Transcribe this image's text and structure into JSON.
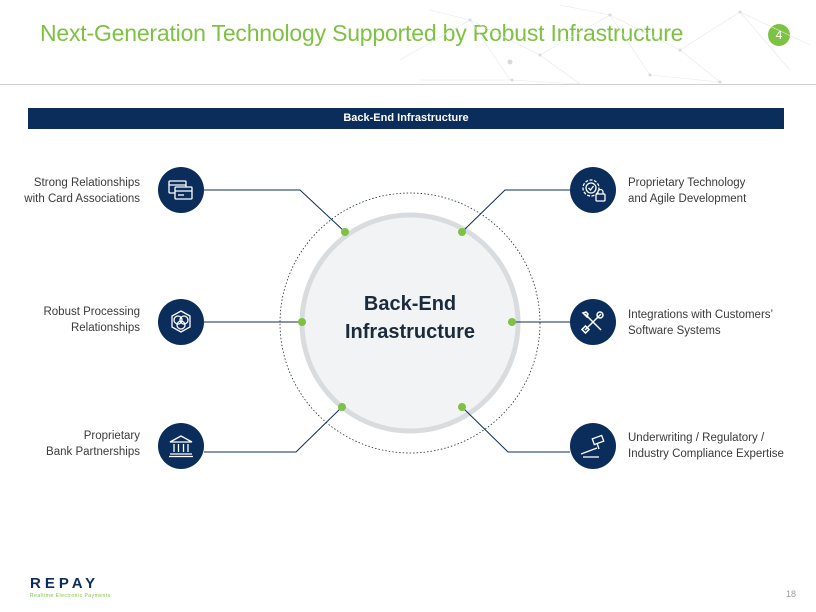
{
  "header": {
    "title": "Next-Generation Technology Supported by Robust Infrastructure",
    "section_number": "4"
  },
  "banner": {
    "label": "Back-End Infrastructure"
  },
  "center": {
    "line1": "Back-End",
    "line2": "Infrastructure"
  },
  "items": [
    {
      "line1": "Strong Relationships",
      "line2": "with Card Associations",
      "icon": "card-icon"
    },
    {
      "line1": "Robust Processing",
      "line2": "Relationships",
      "icon": "interlocking-circles-icon"
    },
    {
      "line1": "Proprietary",
      "line2": "Bank Partnerships",
      "icon": "bank-icon"
    },
    {
      "line1": "Proprietary Technology",
      "line2": "and Agile Development",
      "icon": "gear-lock-icon"
    },
    {
      "line1": "Integrations with Customers’",
      "line2": "Software Systems",
      "icon": "tools-icon"
    },
    {
      "line1": "Underwriting / Regulatory /",
      "line2": "Industry Compliance Expertise",
      "icon": "gavel-icon"
    }
  ],
  "footer": {
    "logo_text": "REPAY",
    "logo_tagline": "Realtime Electronic Payments",
    "page_number": "18"
  },
  "colors": {
    "navy": "#0b2d5b",
    "green": "#7dc242"
  }
}
